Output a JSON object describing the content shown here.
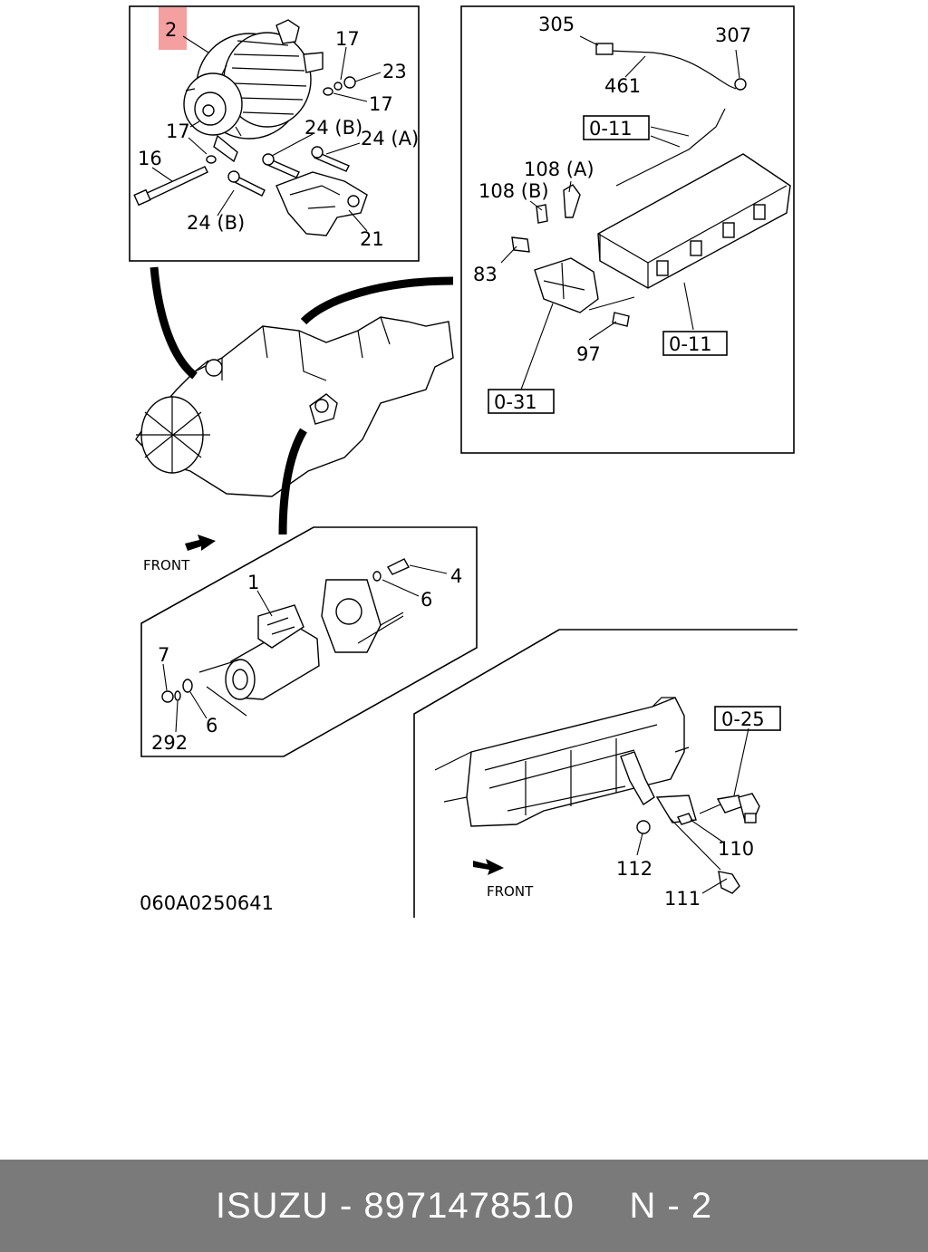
{
  "callouts": {
    "alt": {
      "p2": "2",
      "p17a": "17",
      "p23": "23",
      "p17b": "17",
      "p17c": "17",
      "p24b_top": "24 (B)",
      "p24a": "24 (A)",
      "p16": "16",
      "p24b_bot": "24 (B)",
      "p21": "21"
    },
    "sensor": {
      "p305": "305",
      "p307": "307",
      "p461": "461",
      "ref011a": "0-11",
      "p108a": "108 (A)",
      "p108b": "108 (B)",
      "p83": "83",
      "p97": "97",
      "ref011b": "0-11",
      "ref031": "0-31"
    },
    "starter": {
      "front": "FRONT",
      "p1": "1",
      "p4": "4",
      "p6a": "6",
      "p7": "7",
      "p292": "292",
      "p6b": "6"
    },
    "bumper": {
      "ref025": "0-25",
      "p110": "110",
      "p112": "112",
      "p111": "111",
      "front": "FRONT"
    }
  },
  "diagram_code": "060A0250641",
  "highlight_color": "#f4a0a0",
  "footer": {
    "brand": "ISUZU",
    "separator": "-",
    "part_number": "8971478510",
    "page": "N - 2",
    "background": "#7a7a7a"
  }
}
